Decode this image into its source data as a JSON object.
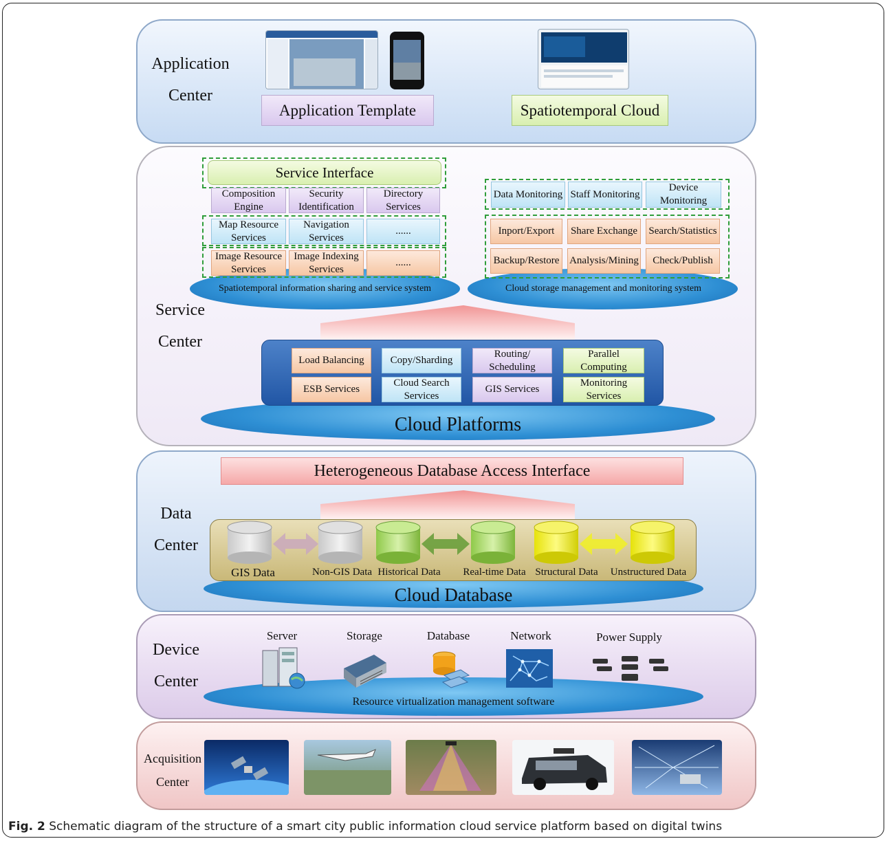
{
  "application_center": {
    "label_line1": "Application",
    "label_line2": "Center",
    "template_label": "Application Template",
    "cloud_label": "Spatiotemporal Cloud"
  },
  "service_center": {
    "label_line1": "Service",
    "label_line2": "Center",
    "service_interface": "Service Interface",
    "left_grid": [
      [
        "Composition Engine",
        "Security Identification",
        "Directory Services"
      ],
      [
        "Map Resource Services",
        "Navigation Services",
        "......"
      ],
      [
        "Image Resource Services",
        "Image Indexing Services",
        "......"
      ]
    ],
    "left_platform_caption": "Spatiotemporal information sharing and service system",
    "monitoring": [
      "Data Monitoring",
      "Staff Monitoring",
      "Device Monitoring"
    ],
    "management": [
      [
        "Inport/Export",
        "Share Exchange",
        "Search/Statistics"
      ],
      [
        "Backup/Restore",
        "Analysis/Mining",
        "Check/Publish"
      ]
    ],
    "right_platform_caption": "Cloud storage management and monitoring system",
    "cloud_services": [
      [
        "Load Balancing",
        "Copy/Sharding",
        "Routing/ Scheduling",
        "Parallel Computing"
      ],
      [
        "ESB Services",
        "Cloud Search Services",
        "GIS Services",
        "Monitoring Services"
      ]
    ],
    "cloud_platforms": "Cloud Platforms"
  },
  "data_center": {
    "label_line1": "Data",
    "label_line2": "Center",
    "interface": "Heterogeneous Database Access Interface",
    "databases": [
      "GIS Data",
      "Non-GIS Data",
      "Historical Data",
      "Real-time Data",
      "Structural Data",
      "Unstructured Data"
    ],
    "cloud_database": "Cloud Database"
  },
  "device_center": {
    "label_line1": "Device",
    "label_line2": "Center",
    "devices": [
      "Server",
      "Storage",
      "Database",
      "Network",
      "Power Supply"
    ],
    "software": "Resource virtualization management software"
  },
  "acquisition_center": {
    "label_line1": "Acquisition",
    "label_line2": "Center"
  },
  "caption": {
    "prefix": "Fig. 2",
    "text": " Schematic diagram of the structure of a smart city public information cloud service platform based on digital twins"
  },
  "colors": {
    "dashed_border": "#2f9d3a",
    "platform_blue": "#2e8fd4",
    "arrow_pink": "#f4a3a3"
  }
}
